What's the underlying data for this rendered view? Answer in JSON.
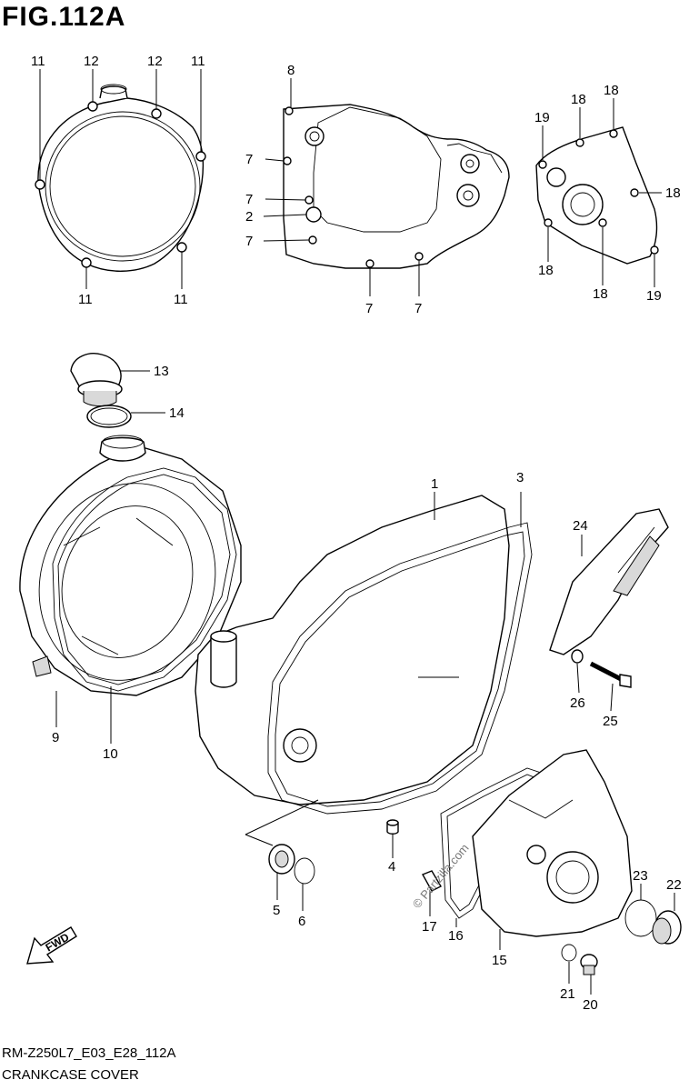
{
  "figure": {
    "title": "FIG.112A",
    "code": "RM-Z250L7_E03_E28_112A",
    "name": "CRANKCASE COVER",
    "watermark": "© Partzilla.com",
    "fwd_label": "FWD"
  },
  "callouts": [
    {
      "id": "c11a",
      "text": "11"
    },
    {
      "id": "c12a",
      "text": "12"
    },
    {
      "id": "c12b",
      "text": "12"
    },
    {
      "id": "c11b",
      "text": "11"
    },
    {
      "id": "c11c",
      "text": "11"
    },
    {
      "id": "c11d",
      "text": "11"
    },
    {
      "id": "c8",
      "text": "8"
    },
    {
      "id": "c7a",
      "text": "7"
    },
    {
      "id": "c7b",
      "text": "7"
    },
    {
      "id": "c2",
      "text": "2"
    },
    {
      "id": "c7c",
      "text": "7"
    },
    {
      "id": "c7d",
      "text": "7"
    },
    {
      "id": "c7e",
      "text": "7"
    },
    {
      "id": "c19a",
      "text": "19"
    },
    {
      "id": "c18a",
      "text": "18"
    },
    {
      "id": "c18b",
      "text": "18"
    },
    {
      "id": "c18c",
      "text": "18"
    },
    {
      "id": "c18d",
      "text": "18"
    },
    {
      "id": "c18e",
      "text": "18"
    },
    {
      "id": "c19b",
      "text": "19"
    },
    {
      "id": "c13",
      "text": "13"
    },
    {
      "id": "c14",
      "text": "14"
    },
    {
      "id": "c1",
      "text": "1"
    },
    {
      "id": "c3",
      "text": "3"
    },
    {
      "id": "c24",
      "text": "24"
    },
    {
      "id": "c26",
      "text": "26"
    },
    {
      "id": "c25",
      "text": "25"
    },
    {
      "id": "c9",
      "text": "9"
    },
    {
      "id": "c10",
      "text": "10"
    },
    {
      "id": "c4",
      "text": "4"
    },
    {
      "id": "c5",
      "text": "5"
    },
    {
      "id": "c6",
      "text": "6"
    },
    {
      "id": "c17",
      "text": "17"
    },
    {
      "id": "c16",
      "text": "16"
    },
    {
      "id": "c15",
      "text": "15"
    },
    {
      "id": "c23",
      "text": "23"
    },
    {
      "id": "c22",
      "text": "22"
    },
    {
      "id": "c21",
      "text": "21"
    },
    {
      "id": "c20",
      "text": "20"
    }
  ]
}
